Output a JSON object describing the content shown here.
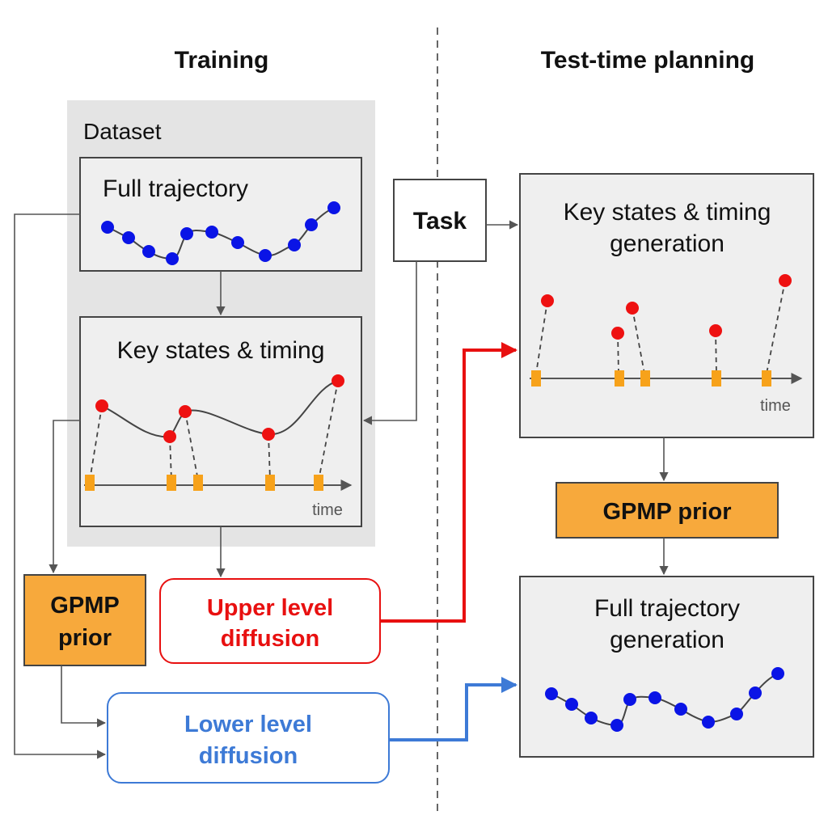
{
  "headings": {
    "training": "Training",
    "test_time": "Test-time planning"
  },
  "dataset_label": "Dataset",
  "full_trajectory": {
    "title": "Full trajectory"
  },
  "key_states": {
    "title": "Key states & timing",
    "axis_label": "time"
  },
  "task": {
    "label": "Task"
  },
  "generation": {
    "title_line1": "Key states & timing",
    "title_line2": "generation",
    "axis_label": "time"
  },
  "gpmp_prior_train": {
    "line1": "GPMP",
    "line2": "prior"
  },
  "gpmp_prior_test": {
    "label": "GPMP prior"
  },
  "upper_diffusion": {
    "line1": "Upper level",
    "line2": "diffusion"
  },
  "lower_diffusion": {
    "line1": "Lower level",
    "line2": "diffusion"
  },
  "full_generation": {
    "title_line1": "Full trajectory",
    "title_line2": "generation"
  },
  "colors": {
    "box_fill": "#efefef",
    "dataset_fill": "#e4e4e4",
    "waypoint": "#0a14e6",
    "keystate": "#ee1111",
    "timing": "#f7a21b",
    "gpmp_fill": "#f7a93c",
    "upper": "#e81010",
    "lower": "#3d7ad6"
  }
}
